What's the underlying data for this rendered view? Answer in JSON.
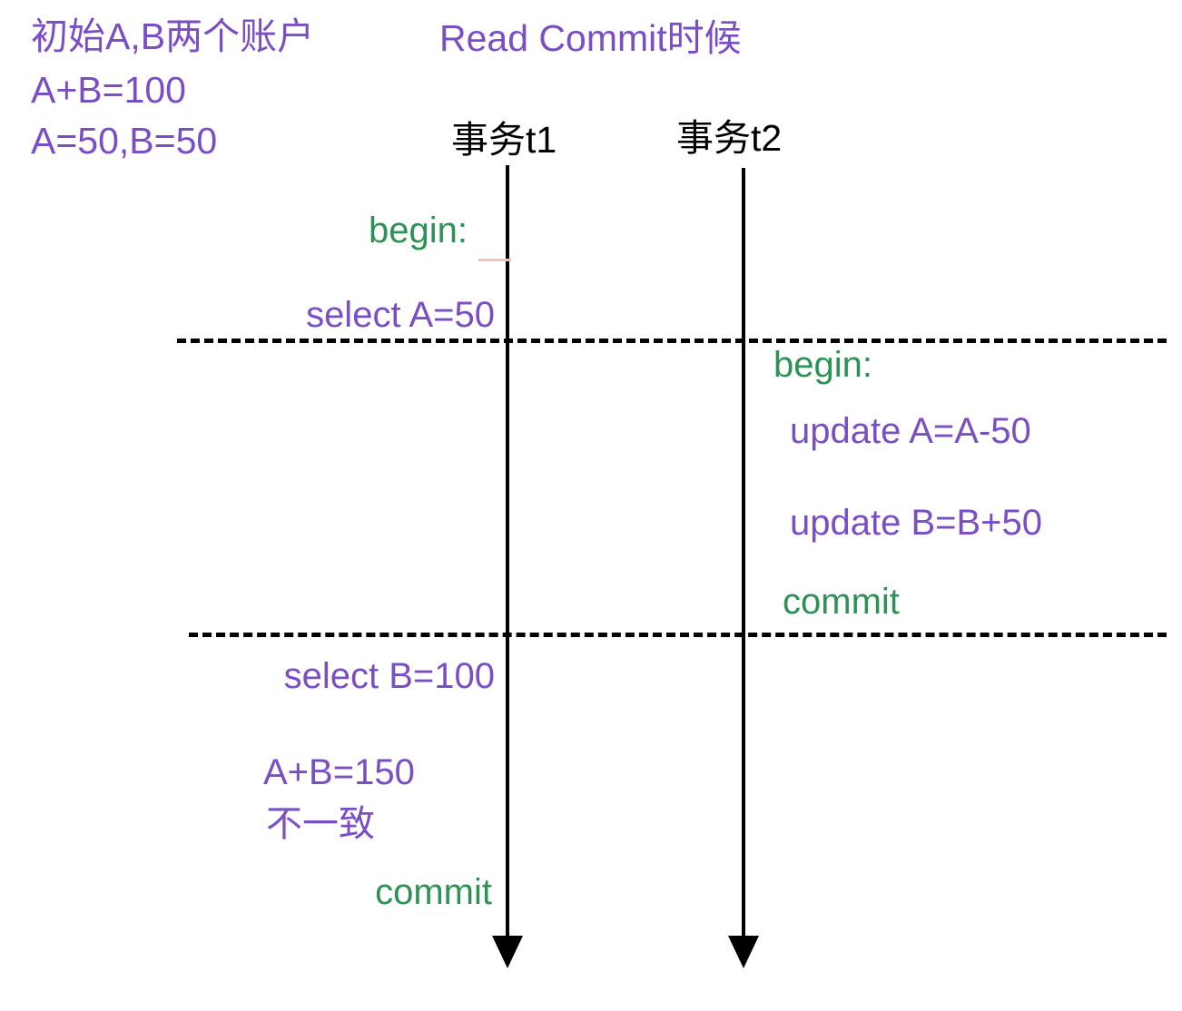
{
  "diagram": {
    "title": "Read Commit时候",
    "intro_lines": [
      "初始A,B两个账户",
      "A+B=100",
      "A=50,B=50"
    ],
    "colors": {
      "purple": "#7B4FC4",
      "green": "#2E9155",
      "black": "#000000",
      "salmon": "#F8BDBD",
      "background": "#FFFFFF"
    },
    "transactions": [
      {
        "label": "事务t1"
      },
      {
        "label": "事务t2"
      }
    ],
    "t1_steps": [
      {
        "text": "begin:",
        "kind": "keyword"
      },
      {
        "text": "select A=50",
        "kind": "statement"
      },
      {
        "text": "select B=100",
        "kind": "statement"
      },
      {
        "text": "A+B=150",
        "kind": "statement"
      },
      {
        "text": "不一致",
        "kind": "statement"
      },
      {
        "text": "commit",
        "kind": "keyword"
      }
    ],
    "t2_steps": [
      {
        "text": "begin:",
        "kind": "keyword"
      },
      {
        "text": "update A=A-50",
        "kind": "statement"
      },
      {
        "text": "update B=B+50",
        "kind": "statement"
      },
      {
        "text": "commit",
        "kind": "keyword"
      }
    ],
    "separators": [
      {
        "name": "read-boundary-first"
      },
      {
        "name": "read-boundary-second"
      }
    ]
  }
}
